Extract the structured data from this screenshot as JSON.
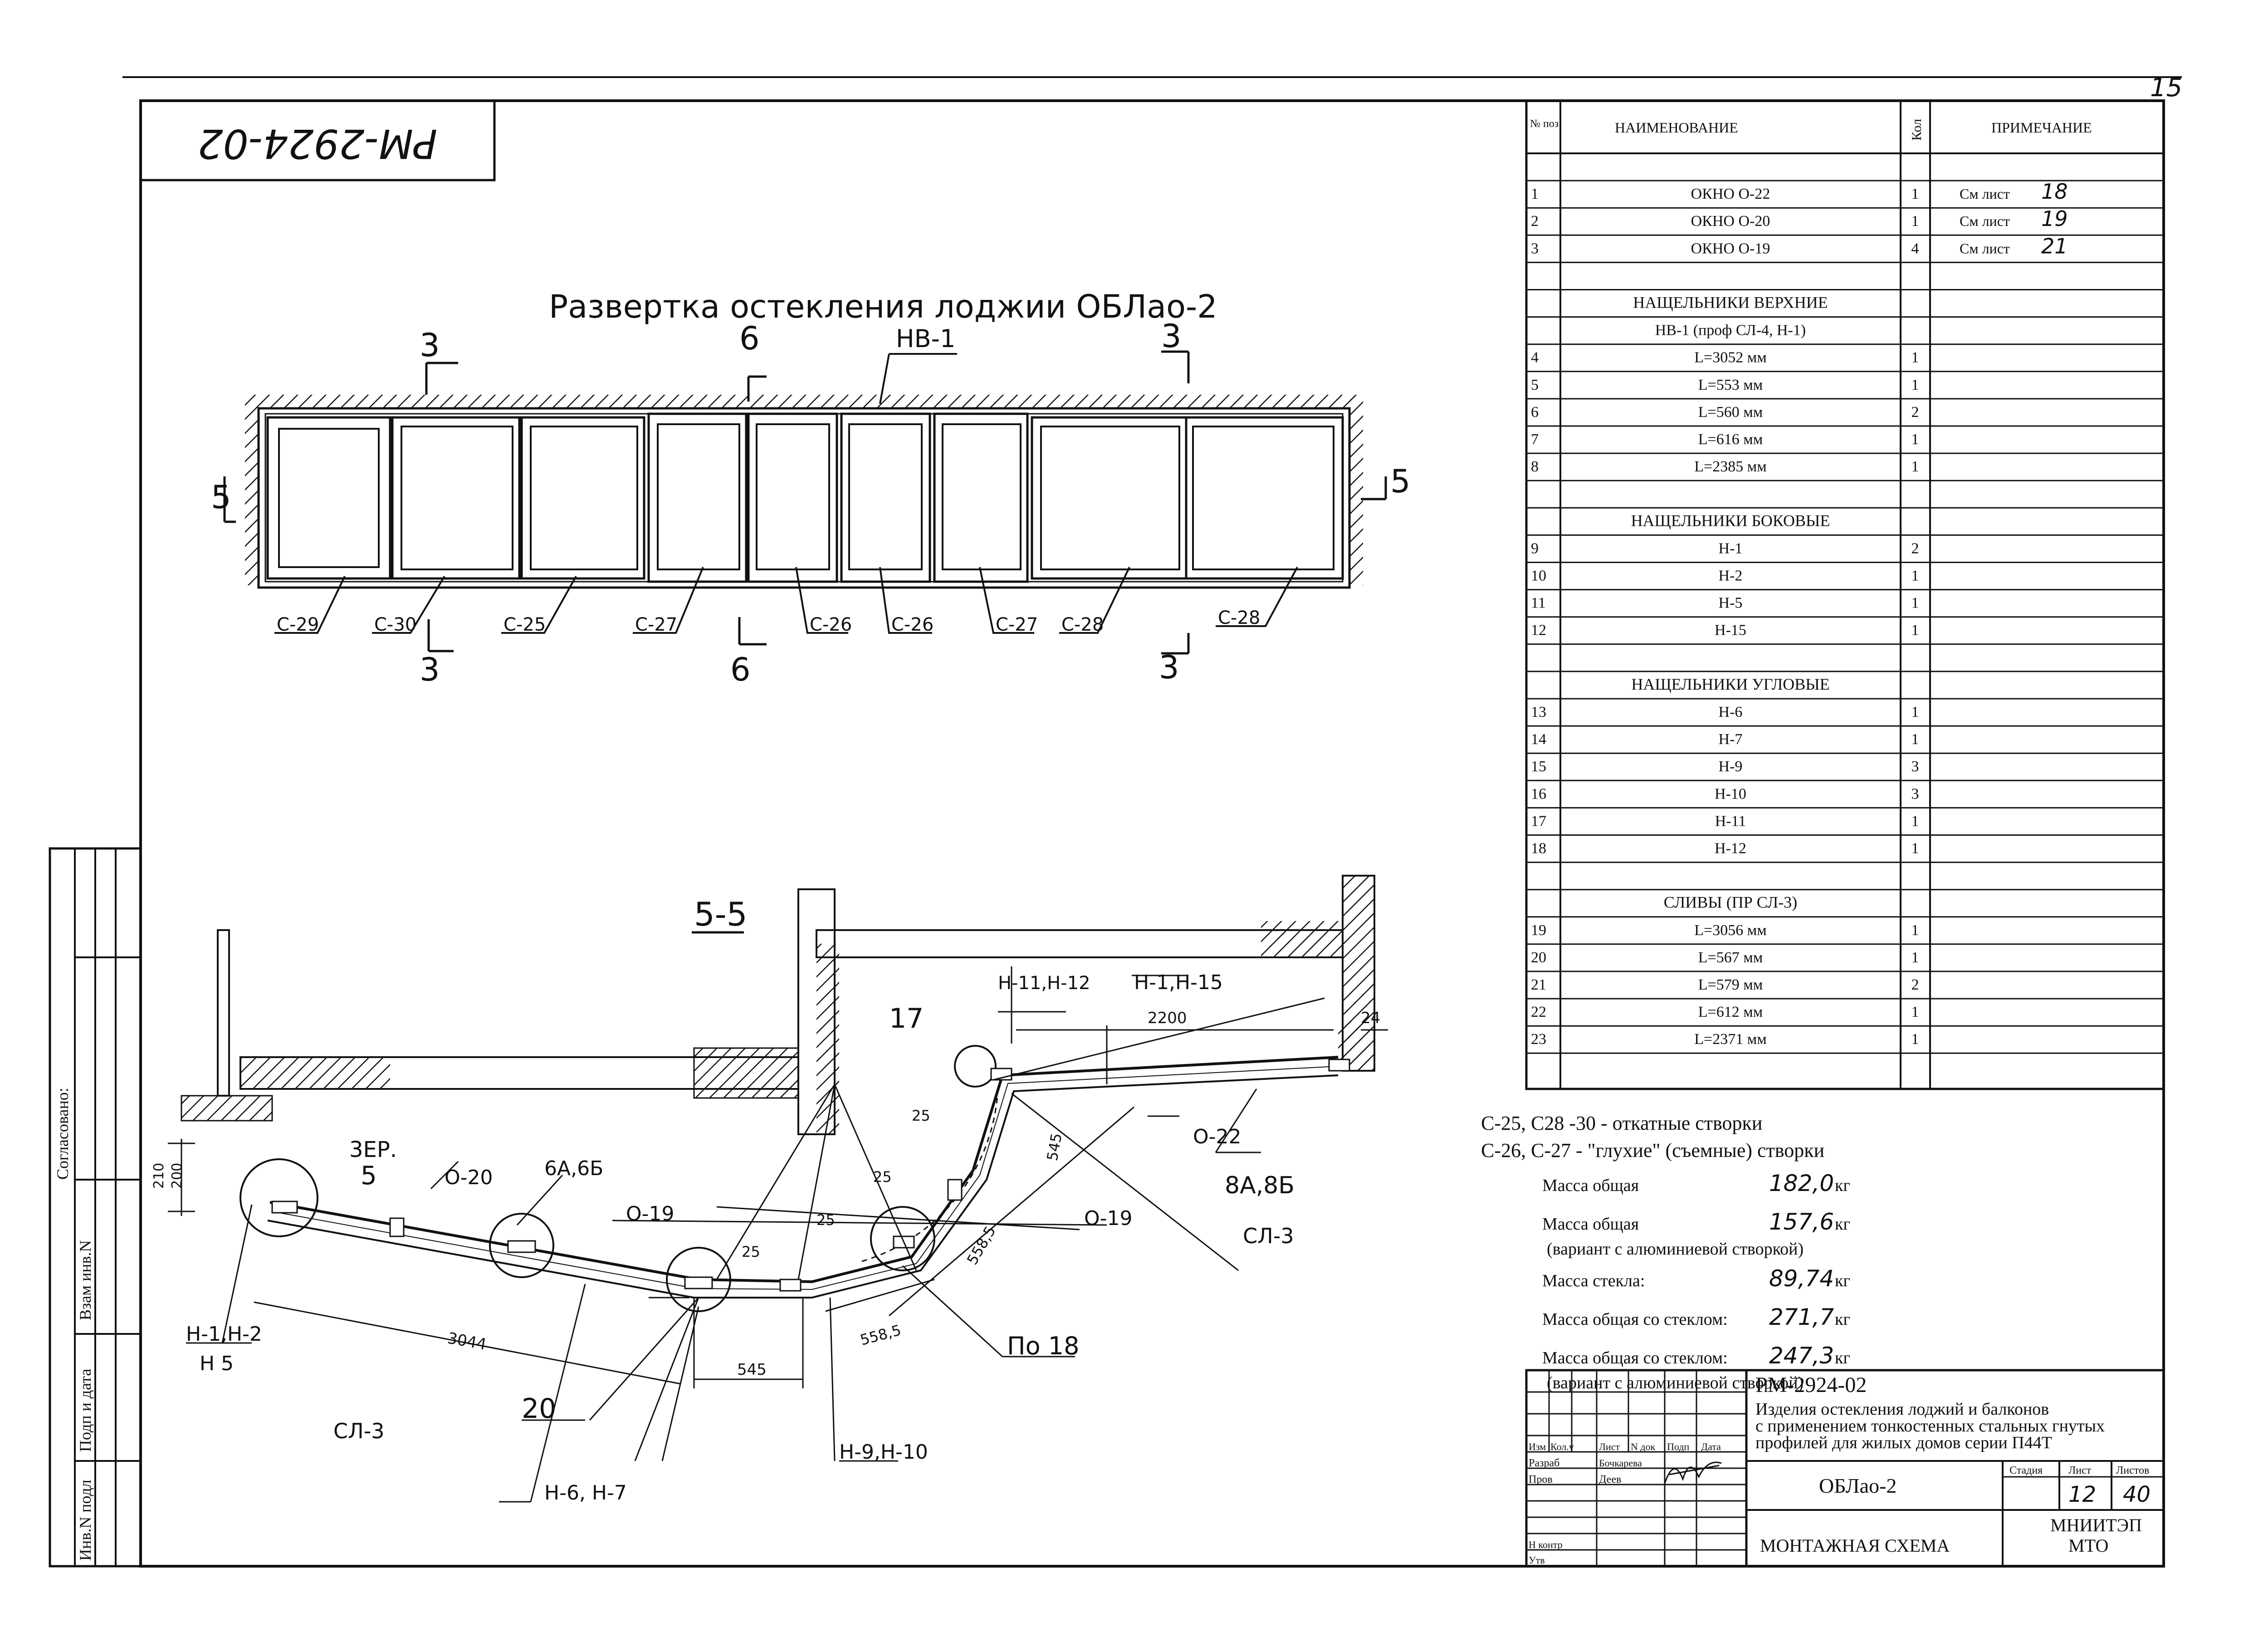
{
  "sheet_page_no": "15",
  "doc_code": "РМ-2924-02",
  "drawing_title": "Развертка остекления лоджии ОБЛао-2",
  "section_label": "5-5",
  "section_marks": {
    "three": "3",
    "six": "6",
    "five": "5"
  },
  "facade_labels": {
    "nv": "НВ-1",
    "panels": [
      "С-29",
      "С-30",
      "С-25",
      "С-27",
      "С-26",
      "С-26",
      "С-27",
      "С-28",
      "С-28"
    ]
  },
  "plan_labels": {
    "l_h11": "Н-11,Н-12",
    "l_h115": "Н-1,Н-15",
    "l_17": "17",
    "l_2200": "2200",
    "l_24": "24",
    "l_210": "210",
    "l_200": "200",
    "l_3er": "3ЕР.",
    "l_5": "5",
    "l_o20": "О-20",
    "l_6a": "6А,6Б",
    "l_o19a": "О-19",
    "l_o19b": "О-19",
    "l_o22": "О-22",
    "l_8a": "8А,8Б",
    "l_sl3a": "СЛ-3",
    "l_sl3b": "СЛ-3",
    "l_25a": "25",
    "l_25b": "25",
    "l_25c": "25",
    "l_25d": "25",
    "l_545a": "545",
    "l_545b": "545",
    "l_5585a": "558,5",
    "l_5585b": "558,5",
    "l_3044": "3044",
    "l_h1h2": "Н-1,Н-2",
    "l_h5": "Н 5",
    "l_20": "20",
    "l_h6": "Н-6, Н-7",
    "l_h9": "Н-9,Н-10",
    "l_po18": "По 18"
  },
  "spec_header": {
    "pos": "№ поз",
    "name": "НАИМЕНОВАНИЕ",
    "qty": "Кол",
    "note": "ПРИМЕЧАНИЕ"
  },
  "spec_rows": [
    {
      "pos": "",
      "name": "",
      "qty": "",
      "note": ""
    },
    {
      "pos": "1",
      "name": "ОКНО О-22",
      "qty": "1",
      "note": "См лист",
      "sheet": "18"
    },
    {
      "pos": "2",
      "name": "ОКНО О-20",
      "qty": "1",
      "note": "См лист",
      "sheet": "19"
    },
    {
      "pos": "3",
      "name": "ОКНО О-19",
      "qty": "4",
      "note": "См лист",
      "sheet": "21"
    },
    {
      "pos": "",
      "name": "",
      "qty": "",
      "note": ""
    },
    {
      "pos": "",
      "name": "НАЩЕЛЬНИКИ ВЕРХНИЕ",
      "qty": "",
      "note": "",
      "heading": true
    },
    {
      "pos": "",
      "name": "НВ-1 (проф СЛ-4, Н-1)",
      "qty": "",
      "note": ""
    },
    {
      "pos": "4",
      "name": "L=3052 мм",
      "qty": "1",
      "note": ""
    },
    {
      "pos": "5",
      "name": "L=553 мм",
      "qty": "1",
      "note": ""
    },
    {
      "pos": "6",
      "name": "L=560 мм",
      "qty": "2",
      "note": ""
    },
    {
      "pos": "7",
      "name": "L=616 мм",
      "qty": "1",
      "note": ""
    },
    {
      "pos": "8",
      "name": "L=2385 мм",
      "qty": "1",
      "note": ""
    },
    {
      "pos": "",
      "name": "",
      "qty": "",
      "note": ""
    },
    {
      "pos": "",
      "name": "НАЩЕЛЬНИКИ БОКОВЫЕ",
      "qty": "",
      "note": "",
      "heading": true
    },
    {
      "pos": "9",
      "name": "Н-1",
      "qty": "2",
      "note": ""
    },
    {
      "pos": "10",
      "name": "Н-2",
      "qty": "1",
      "note": ""
    },
    {
      "pos": "11",
      "name": "Н-5",
      "qty": "1",
      "note": ""
    },
    {
      "pos": "12",
      "name": "Н-15",
      "qty": "1",
      "note": ""
    },
    {
      "pos": "",
      "name": "",
      "qty": "",
      "note": ""
    },
    {
      "pos": "",
      "name": "НАЩЕЛЬНИКИ УГЛОВЫЕ",
      "qty": "",
      "note": "",
      "heading": true
    },
    {
      "pos": "13",
      "name": "Н-6",
      "qty": "1",
      "note": ""
    },
    {
      "pos": "14",
      "name": "Н-7",
      "qty": "1",
      "note": ""
    },
    {
      "pos": "15",
      "name": "Н-9",
      "qty": "3",
      "note": ""
    },
    {
      "pos": "16",
      "name": "Н-10",
      "qty": "3",
      "note": ""
    },
    {
      "pos": "17",
      "name": "Н-11",
      "qty": "1",
      "note": ""
    },
    {
      "pos": "18",
      "name": "Н-12",
      "qty": "1",
      "note": ""
    },
    {
      "pos": "",
      "name": "",
      "qty": "",
      "note": ""
    },
    {
      "pos": "",
      "name": "СЛИВЫ (ПР СЛ-3)",
      "qty": "",
      "note": "",
      "heading": true
    },
    {
      "pos": "19",
      "name": "L=3056 мм",
      "qty": "1",
      "note": ""
    },
    {
      "pos": "20",
      "name": "L=567 мм",
      "qty": "1",
      "note": ""
    },
    {
      "pos": "21",
      "name": "L=579 мм",
      "qty": "2",
      "note": ""
    },
    {
      "pos": "22",
      "name": "L=612 мм",
      "qty": "1",
      "note": ""
    },
    {
      "pos": "23",
      "name": "L=2371 мм",
      "qty": "1",
      "note": ""
    },
    {
      "pos": "",
      "name": "",
      "qty": "",
      "note": ""
    }
  ],
  "notes": [
    "С-25, С28 -30  -  откатные створки",
    "С-26, С-27 -  \"глухие\" (съемные) створки"
  ],
  "masses": [
    {
      "label": "Масса общая",
      "value": "182,0",
      "unit": "кг",
      "sub": ""
    },
    {
      "label": "Масса общая",
      "value": "157,6",
      "unit": "кг",
      "sub": "(вариант с алюминиевой створкой)"
    },
    {
      "label": "Масса стекла:",
      "value": "89,74",
      "unit": "кг",
      "sub": ""
    },
    {
      "label": "Масса общая со стеклом:",
      "value": "271,7",
      "unit": "кг",
      "sub": ""
    },
    {
      "label": "Масса общая со стеклом:",
      "value": "247,3",
      "unit": "кг",
      "sub": "(вариант с алюминиевой створкой)"
    }
  ],
  "left_stamp": [
    "Инв.N подл",
    "Подп и дата",
    "Взам инв.N",
    "Согласовано:"
  ],
  "title_block": {
    "code": "РМ-2924-02",
    "desc1": "Изделия остекления лоджий и балконов",
    "desc2": "с применением тонкостенных стальных гнутых",
    "desc3": "профилей для жилых домов серии П44Т",
    "col_izm": "Изм",
    "col_koluch": "Кол.у",
    "col_list": "Лист",
    "col_ndok": "N док",
    "col_podp": "Подп",
    "col_data": "Дата",
    "razrab": "Разраб",
    "razrab_name": "Бочкарева",
    "prov": "Пров",
    "prov_name": "Деев",
    "nkontr": "Н контр",
    "utv": "Утв",
    "object": "ОБЛао-2",
    "stadiya": "Стадия",
    "list_h": "Лист",
    "listov_h": "Листов",
    "list_v": "12",
    "listov_v": "40",
    "sheet_name": "МОНТАЖНАЯ СХЕМА",
    "org1": "МНИИТЭП",
    "org2": "МТО"
  }
}
